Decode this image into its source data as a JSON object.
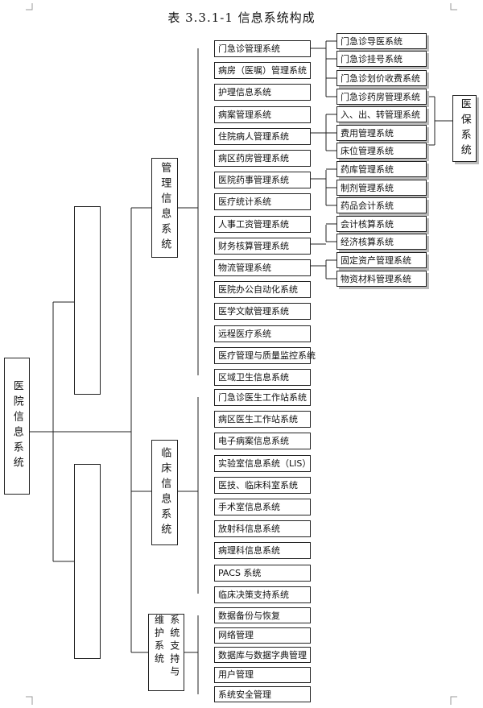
{
  "title": "表 3.3.1-1 信息系统构成",
  "root": "医院信息系统",
  "empty_blocks": [
    "",
    ""
  ],
  "groups": [
    {
      "name": "管理信息系统",
      "items": [
        "门急诊管理系统",
        "病房（医嘱）管理系统",
        "护理信息系统",
        "病案管理系统",
        "住院病人管理系统",
        "病区药房管理系统",
        "医院药事管理系统",
        "医疗统计系统",
        "人事工资管理系统",
        "财务核算管理系统",
        "物流管理系统",
        "医院办公自动化系统",
        "医学文献管理系统",
        "远程医疗系统",
        "医疗管理与质量监控系统",
        "区域卫生信息系统"
      ]
    },
    {
      "name": "临床信息系统",
      "items": [
        "门急诊医生工作站系统",
        "病区医生工作站系统",
        "电子病案信息系统",
        "实验室信息系统（LIS）",
        "医技、临床科室系统",
        "手术室信息系统",
        "放射科信息系统",
        "病理科信息系统",
        "PACS 系统",
        "临床决策支持系统"
      ]
    },
    {
      "name": "系统支持与维护系统",
      "items": [
        "数据备份与恢复",
        "网络管理",
        "数据库与数据字典管理",
        "用户管理",
        "系统安全管理"
      ]
    }
  ],
  "sub_systems": [
    "门急诊导医系统",
    "门急诊挂号系统",
    "门急诊划价收费系统",
    "门急诊药房管理系统",
    "入、出、转管理系统",
    "费用管理系统",
    "床位管理系统",
    "药库管理系统",
    "制剂管理系统",
    "药品会计系统",
    "会计核算系统",
    "经济核算系统",
    "固定资产管理系统",
    "物资材料管理系统"
  ],
  "medical_insurance": "医保系统"
}
